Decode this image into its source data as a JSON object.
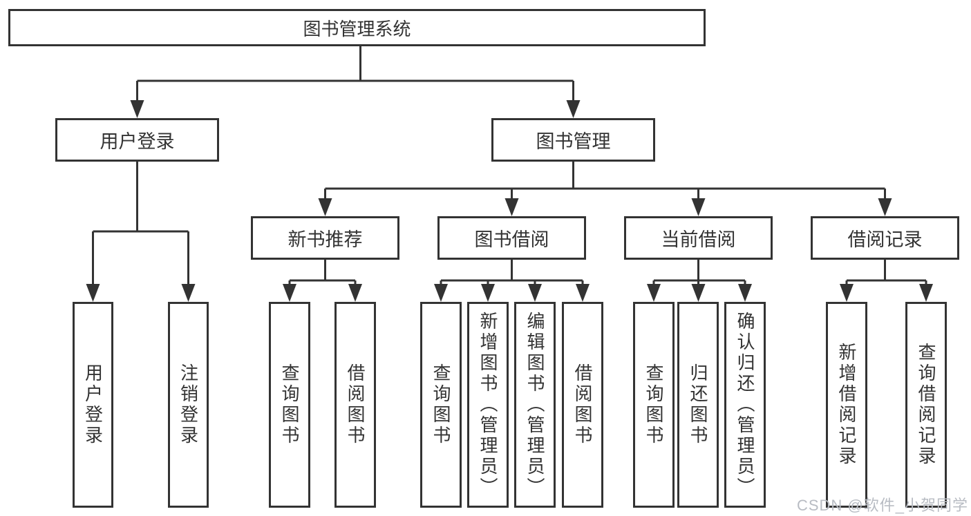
{
  "diagram": {
    "title_node": "图书管理系统",
    "nodes": {
      "user_login": "用户登录",
      "book_mgmt": "图书管理",
      "new_books": "新书推荐",
      "book_borrow": "图书借阅",
      "current_borrow": "当前借阅",
      "borrow_records": "借阅记录"
    },
    "leaves": {
      "g1": [
        "用户登录",
        "注销登录"
      ],
      "g2": [
        "查询图书",
        "借阅图书"
      ],
      "g3": [
        "查询图书",
        "新增图书（管理员）",
        "编辑图书（管理员）",
        "借阅图书"
      ],
      "g4": [
        "查询图书",
        "归还图书",
        "确认归还（管理员）"
      ],
      "g5": [
        "新增借阅记录",
        "查询借阅记录"
      ]
    },
    "colors": {
      "line": "#333333",
      "text": "#333333",
      "background": "#ffffff",
      "watermark": "#b8bcc3"
    }
  },
  "watermark": {
    "text": "CSDN @软件_小贺同学"
  }
}
